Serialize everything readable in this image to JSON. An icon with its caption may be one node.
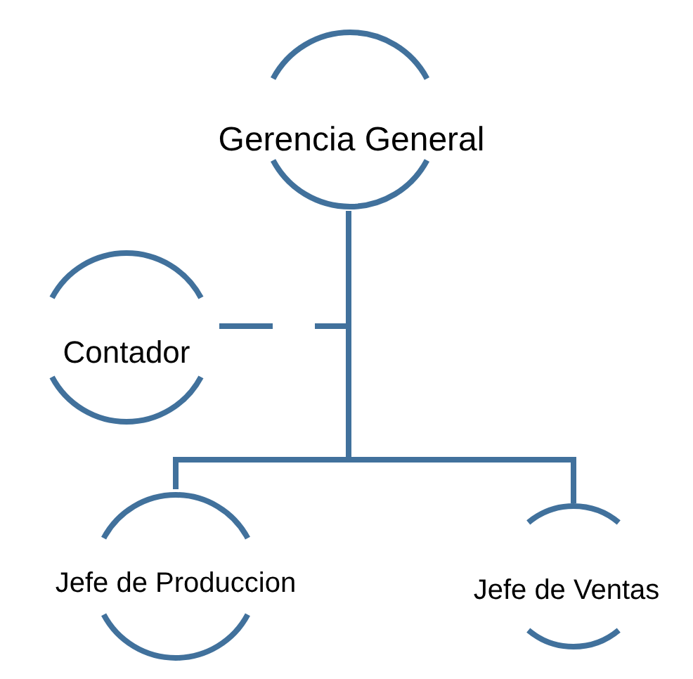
{
  "diagram": {
    "nodes": [
      {
        "text": [
          "Gerencia General"
        ]
      },
      {
        "text": [
          "Contador"
        ]
      },
      {
        "text": [
          "Jefe de Produccion"
        ]
      },
      {
        "text": [
          "Jefe de Ventas"
        ]
      }
    ],
    "edges": [
      {
        "from": 0,
        "to": 1,
        "arrow": "none",
        "style": "dashed"
      },
      {
        "from": 0,
        "to": 2,
        "arrow": "none"
      },
      {
        "from": 0,
        "to": 3,
        "arrow": "none"
      }
    ]
  }
}
